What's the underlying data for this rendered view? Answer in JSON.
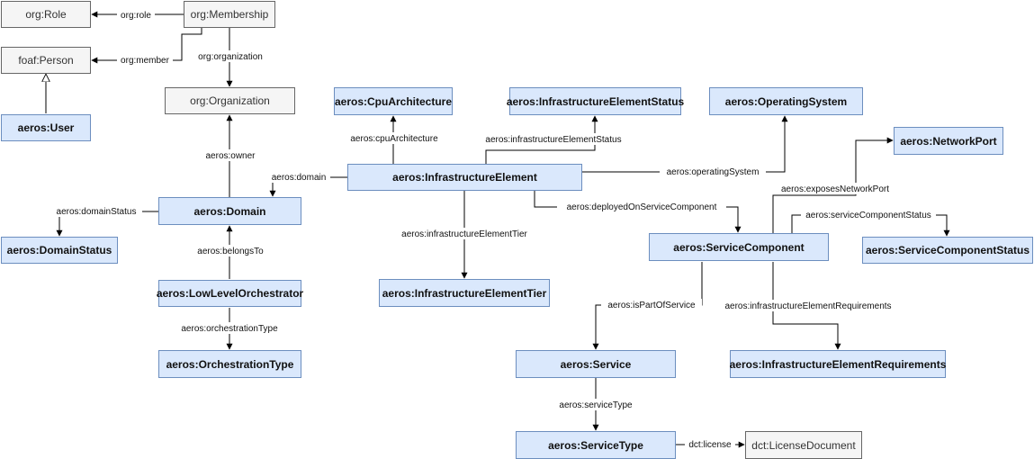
{
  "nodes": {
    "org_role": "org:Role",
    "org_membership": "org:Membership",
    "foaf_person": "foaf:Person",
    "org_organization": "org:Organization",
    "aeros_user": "aeros:User",
    "aeros_cpu_architecture": "aeros:CpuArchitecture",
    "aeros_infrastructure_element_status": "aeros:InfrastructureElementStatus",
    "aeros_operating_system": "aeros:OperatingSystem",
    "aeros_network_port": "aeros:NetworkPort",
    "aeros_infrastructure_element": "aeros:InfrastructureElement",
    "aeros_domain": "aeros:Domain",
    "aeros_domain_status": "aeros:DomainStatus",
    "aeros_service_component": "aeros:ServiceComponent",
    "aeros_service_component_status": "aeros:ServiceComponentStatus",
    "aeros_low_level_orchestrator": "aeros:LowLevelOrchestrator",
    "aeros_infrastructure_element_tier": "aeros:InfrastructureElementTier",
    "aeros_orchestration_type": "aeros:OrchestrationType",
    "aeros_service": "aeros:Service",
    "aeros_infrastructure_element_requirements": "aeros:InfrastructureElementRequirements",
    "aeros_service_type": "aeros:ServiceType",
    "dct_license_document": "dct:LicenseDocument"
  },
  "edges": {
    "org_role": "org:role",
    "org_member": "org:member",
    "org_organization": "org:organization",
    "aeros_owner": "aeros:owner",
    "aeros_domain": "aeros:domain",
    "aeros_cpu_architecture": "aeros:cpuArchitecture",
    "aeros_infrastructure_element_status": "aeros:infrastructureElementStatus",
    "aeros_operating_system": "aeros:operatingSystem",
    "aeros_exposes_network_port": "aeros:exposesNetworkPort",
    "aeros_deployed_on_service_component": "aeros:deployedOnServiceComponent",
    "aeros_service_component_status": "aeros:serviceComponentStatus",
    "aeros_domain_status": "aeros:domainStatus",
    "aeros_belongs_to": "aeros:belongsTo",
    "aeros_infrastructure_element_tier": "aeros:infrastructureElementTier",
    "aeros_is_part_of_service": "aeros:isPartOfService",
    "aeros_infrastructure_element_requirements": "aeros:infrastructureElementRequirements",
    "aeros_orchestration_type": "aeros:orchestrationType",
    "aeros_service_type": "aeros:serviceType",
    "dct_license": "dct:license"
  },
  "colors": {
    "aeros_fill": "#dae8fc",
    "aeros_stroke": "#6c8ebf",
    "external_fill": "#f5f5f5",
    "external_stroke": "#666666"
  }
}
